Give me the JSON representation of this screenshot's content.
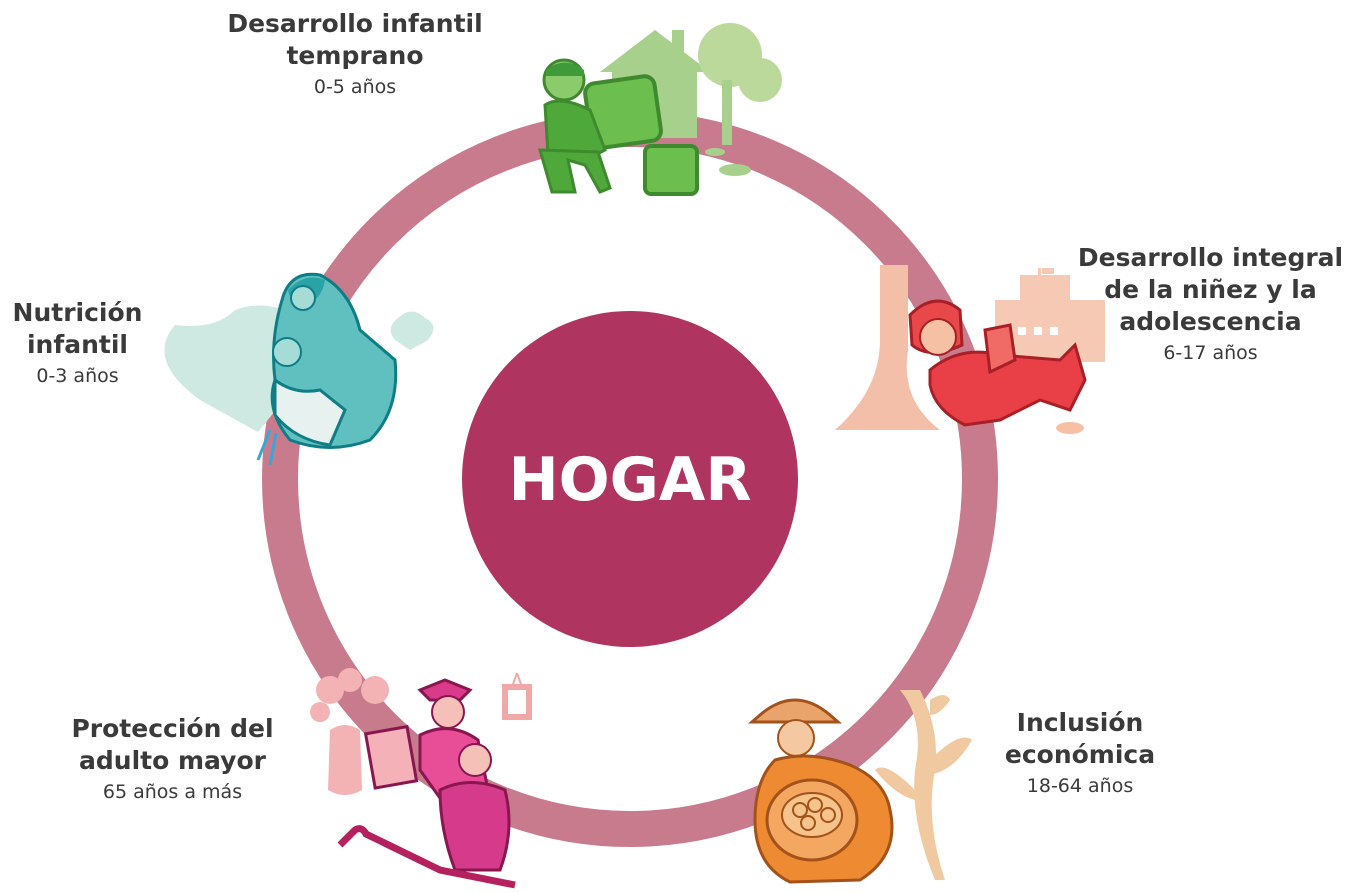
{
  "center": {
    "label": "HOGAR"
  },
  "segments": [
    {
      "id": "desarrollo-infantil",
      "title_line1": "Desarrollo infantil",
      "title_line2": "temprano",
      "age": "0-5 años",
      "color": "#3f9a3a"
    },
    {
      "id": "desarrollo-integral",
      "title_line1": "Desarrollo integral",
      "title_line2": "de la niñez y la",
      "title_line3": "adolescencia",
      "age": "6-17 años",
      "color": "#d9373d"
    },
    {
      "id": "inclusion-economica",
      "title_line1": "Inclusión",
      "title_line2": "económica",
      "age": "18-64 años",
      "color": "#e98a2a"
    },
    {
      "id": "proteccion-adulto",
      "title_line1": "Protección del",
      "title_line2": "adulto mayor",
      "age": "65 años a más",
      "color": "#c92880"
    },
    {
      "id": "nutricion-infantil",
      "title_line1": "Nutrición",
      "title_line2": "infantil",
      "age": "0-3 años",
      "color": "#159ba4"
    }
  ],
  "colors": {
    "ring": "#c97b8e",
    "center": "#b03460"
  }
}
